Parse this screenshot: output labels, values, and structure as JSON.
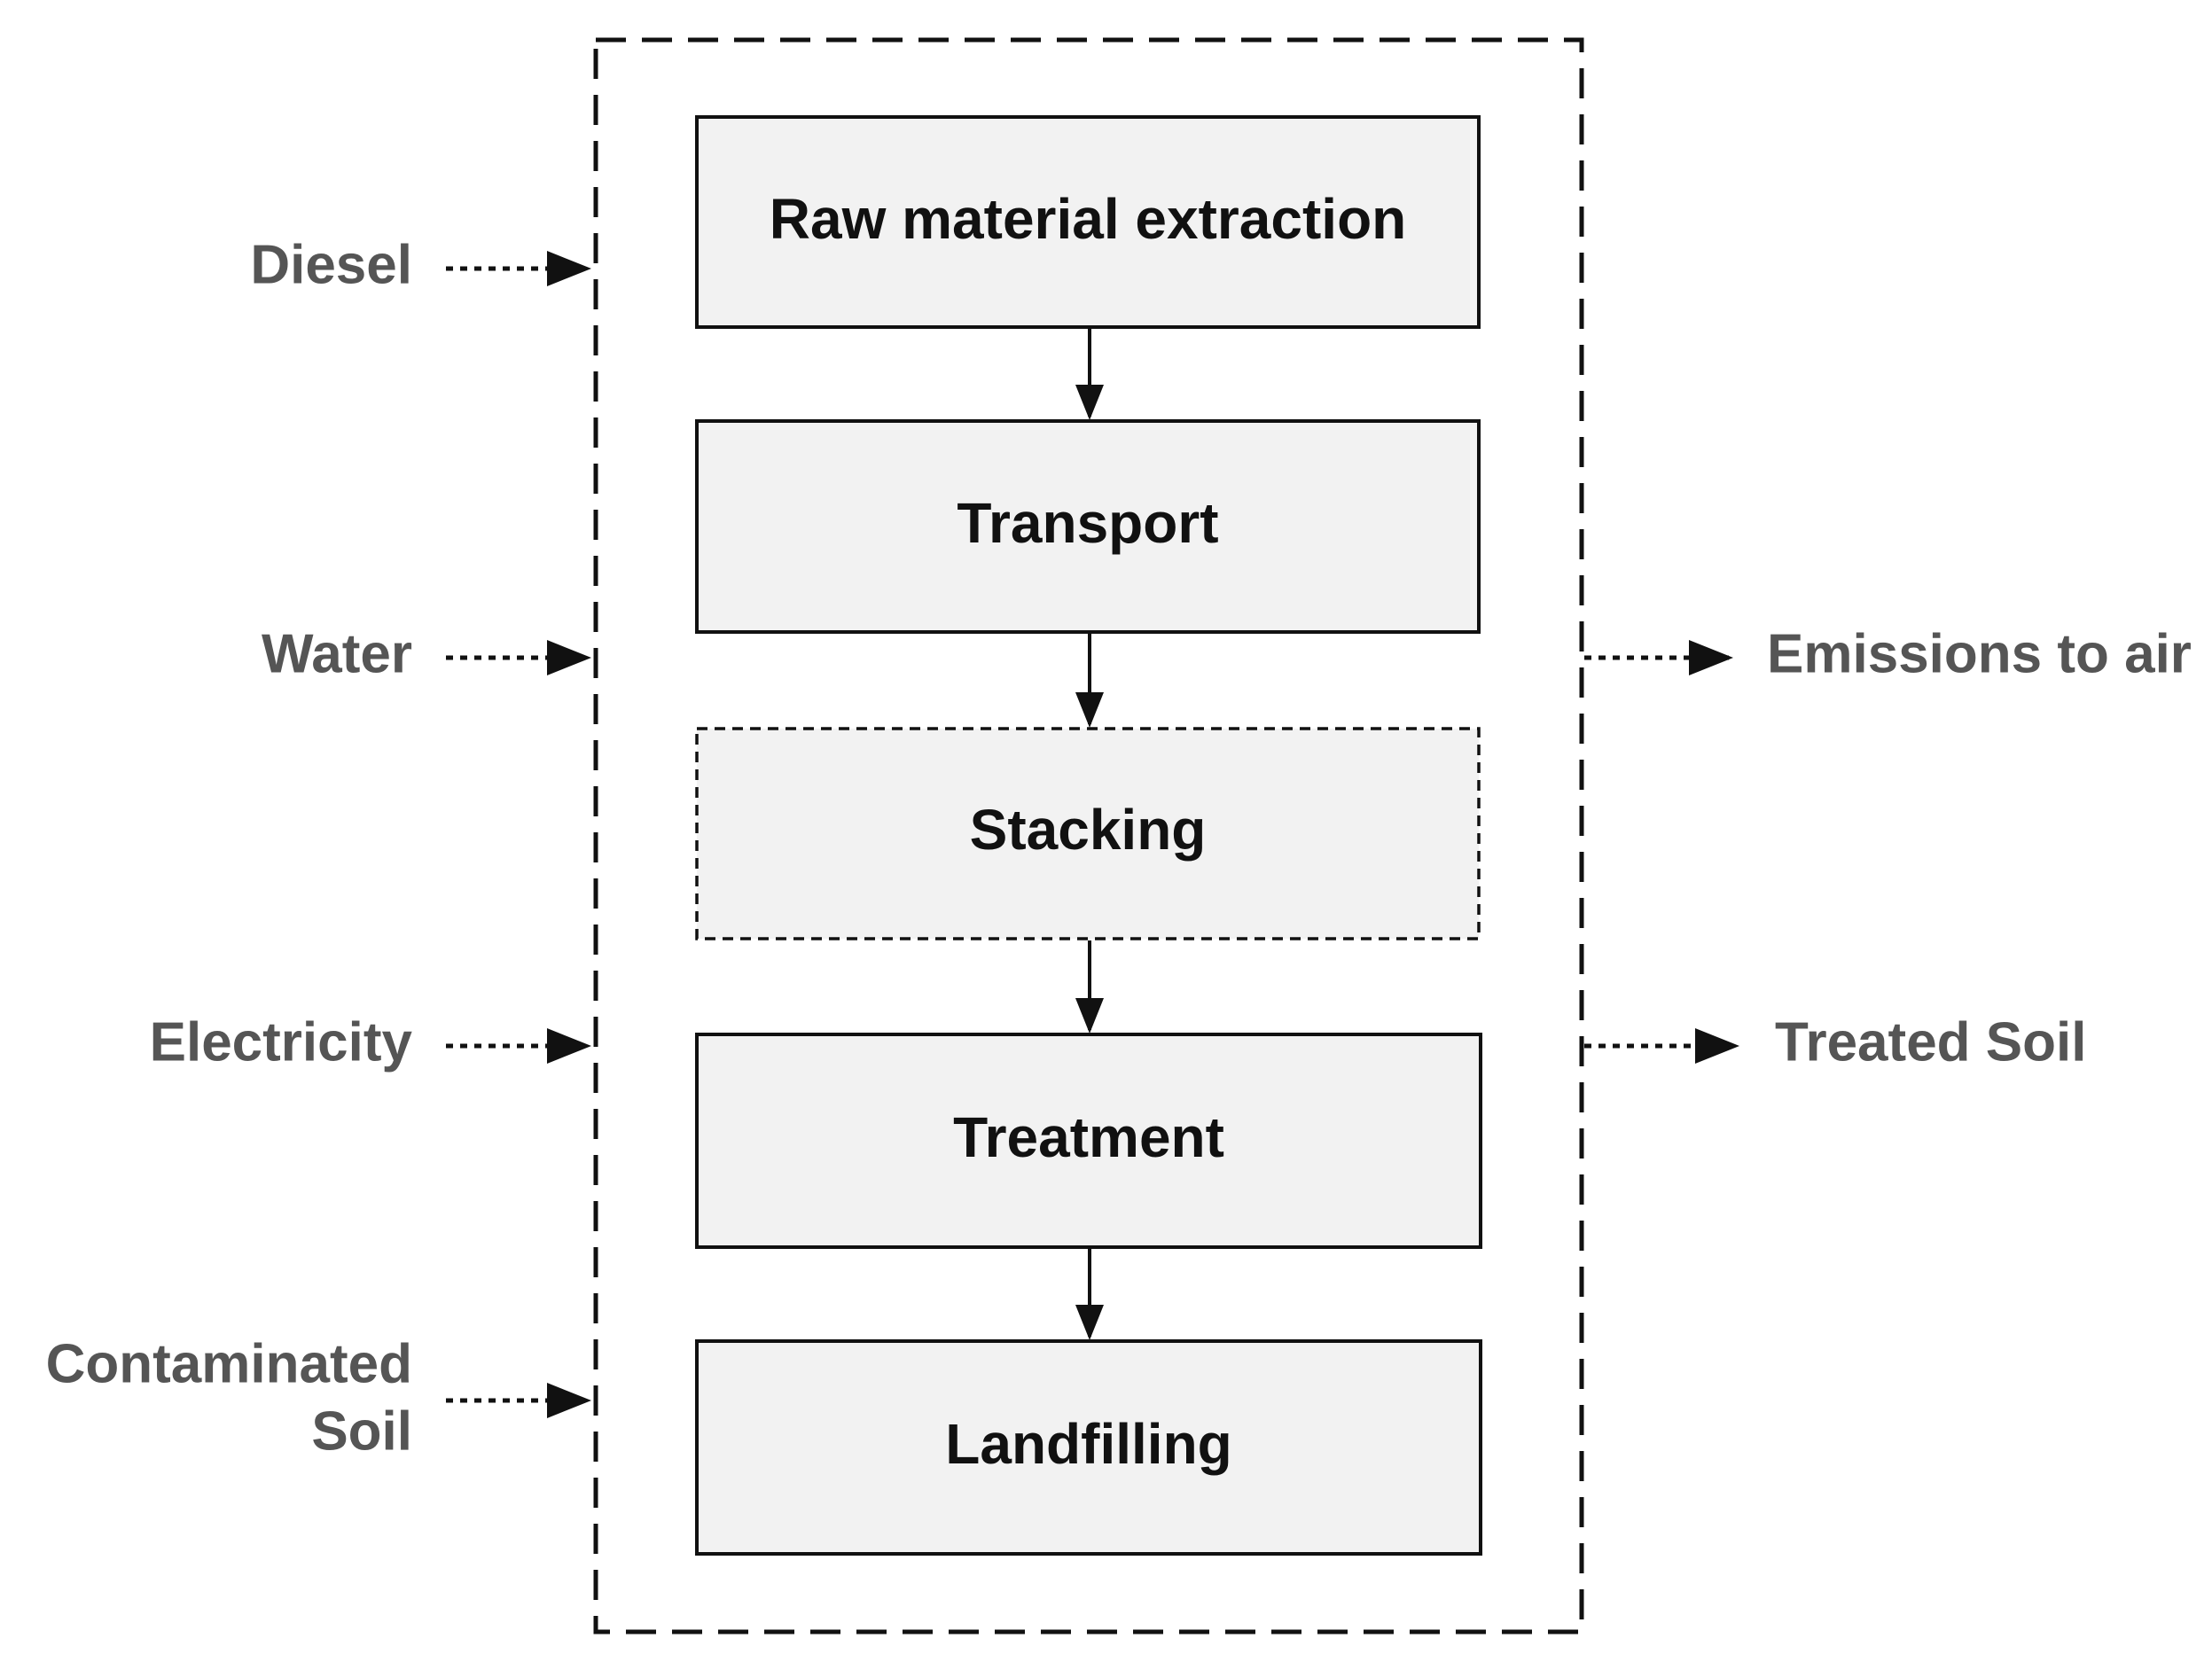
{
  "process_steps": [
    {
      "label": "Raw material extraction",
      "style": "solid"
    },
    {
      "label": "Transport",
      "style": "solid"
    },
    {
      "label": "Stacking",
      "style": "dashed"
    },
    {
      "label": "Treatment",
      "style": "solid"
    },
    {
      "label": "Landfilling",
      "style": "solid"
    }
  ],
  "inputs": {
    "diesel": "Diesel",
    "water": "Water",
    "electricity": "Electricity",
    "contaminated_soil_line1": "Contaminated",
    "contaminated_soil_line2": "Soil"
  },
  "outputs": {
    "emissions": "Emissions to air",
    "treated_soil": "Treated Soil"
  },
  "colors": {
    "box_fill": "#f2f2f2",
    "line": "#111111",
    "box_text": "#111111",
    "flow_text": "#555555"
  }
}
